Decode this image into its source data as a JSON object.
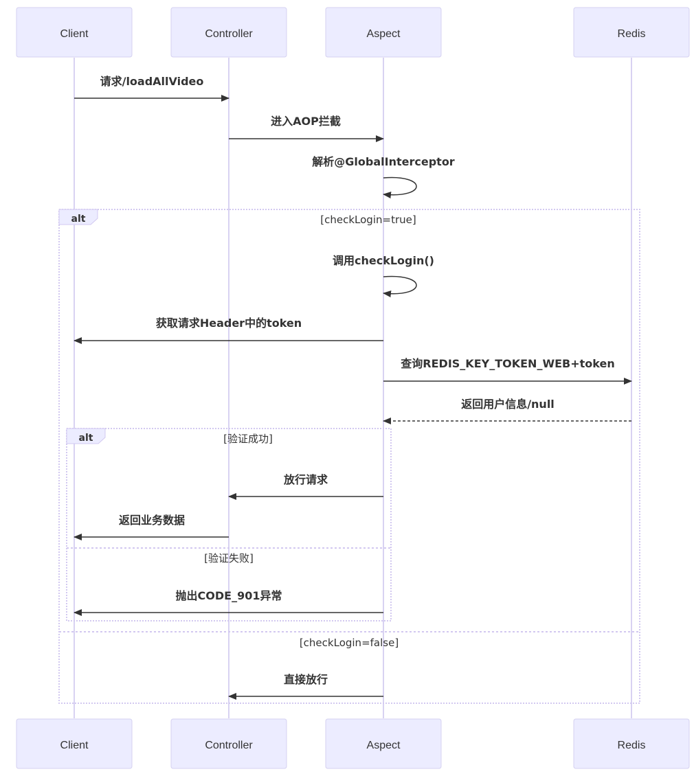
{
  "actors": [
    {
      "id": "client",
      "label": "Client"
    },
    {
      "id": "controller",
      "label": "Controller"
    },
    {
      "id": "aspect",
      "label": "Aspect"
    },
    {
      "id": "redis",
      "label": "Redis"
    }
  ],
  "messages": [
    {
      "label": "请求/loadAllVideo"
    },
    {
      "label": "进入AOP拦截"
    },
    {
      "label": "解析@GlobalInterceptor"
    },
    {
      "label": "调用checkLogin()"
    },
    {
      "label": "获取请求Header中的token"
    },
    {
      "label": "查询REDIS_KEY_TOKEN_WEB+token"
    },
    {
      "label": "返回用户信息/null"
    },
    {
      "label": "放行请求"
    },
    {
      "label": "返回业务数据"
    },
    {
      "label": "抛出CODE_901异常"
    },
    {
      "label": "直接放行"
    }
  ],
  "frames": {
    "outer": {
      "label": "alt",
      "conditions": [
        "[checkLogin=true]",
        "[checkLogin=false]"
      ]
    },
    "inner": {
      "label": "alt",
      "conditions": [
        "[验证成功]",
        "[验证失败]"
      ]
    }
  },
  "colors": {
    "actor_fill": "#ececff",
    "actor_border": "#d4d0f0",
    "lifeline": "#d8d2f2",
    "frame_border": "#d2c8f0",
    "text": "#333333"
  }
}
